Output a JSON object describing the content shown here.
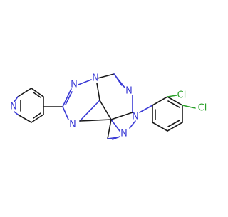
{
  "molecule": {
    "colors": {
      "carbon_bond": "#1a1a1a",
      "nitrogen": "#3b3bd6",
      "chlorine": "#2aa02a",
      "background": "#ffffff"
    },
    "atom_labels": {
      "n_pyridine": "N",
      "n_triazole_a": "N",
      "n_triazole_b": "N",
      "n_triazole_c": "N",
      "n_pyrimidine": "N",
      "n_pyrazole_a": "N",
      "n_pyrazole_b": "N",
      "cl_meta": "Cl",
      "cl_para": "Cl"
    }
  }
}
